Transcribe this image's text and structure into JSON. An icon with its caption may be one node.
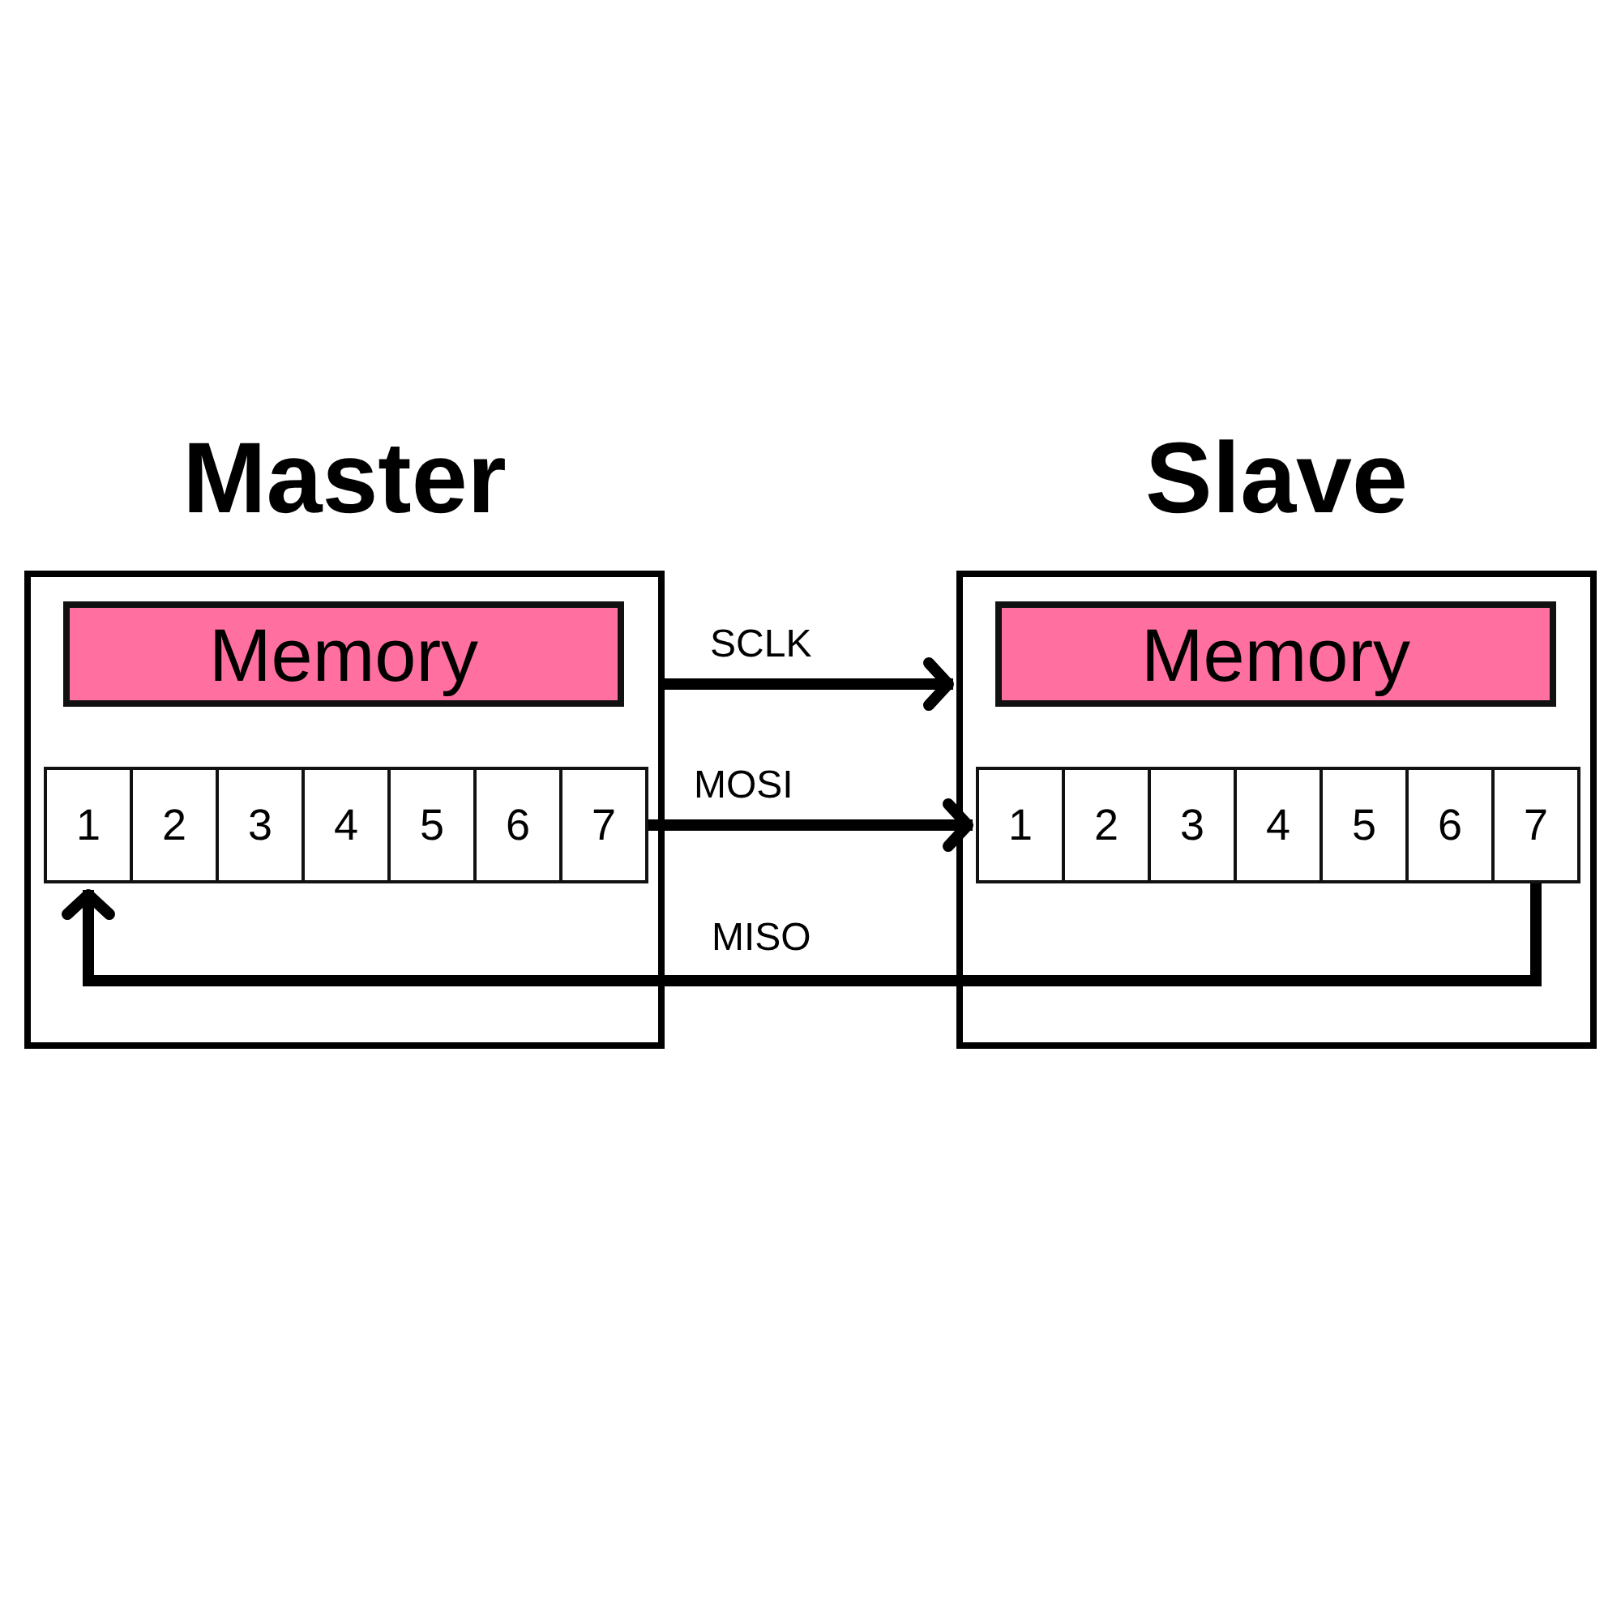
{
  "diagram": {
    "nodes": [
      {
        "text": [
          "Master"
        ]
      },
      {
        "text": [
          "Memory"
        ],
        "in": 0
      },
      {
        "text": [
          "1"
        ],
        "in": 0
      },
      {
        "text": [
          "2"
        ],
        "in": 0
      },
      {
        "text": [
          "3"
        ],
        "in": 0
      },
      {
        "text": [
          "4"
        ],
        "in": 0
      },
      {
        "text": [
          "5"
        ],
        "in": 0
      },
      {
        "text": [
          "6"
        ],
        "in": 0
      },
      {
        "text": [
          "7"
        ],
        "in": 0
      },
      {
        "text": [
          "Slave"
        ]
      },
      {
        "text": [
          "Memory"
        ],
        "in": 9
      },
      {
        "text": [
          "1"
        ],
        "in": 9
      },
      {
        "text": [
          "2"
        ],
        "in": 9
      },
      {
        "text": [
          "3"
        ],
        "in": 9
      },
      {
        "text": [
          "4"
        ],
        "in": 9
      },
      {
        "text": [
          "5"
        ],
        "in": 9
      },
      {
        "text": [
          "6"
        ],
        "in": 9
      },
      {
        "text": [
          "7"
        ],
        "in": 9
      }
    ],
    "edges": [
      {
        "from": 0,
        "to": 9,
        "arrow": "to",
        "label": "SCLK"
      },
      {
        "from": 8,
        "to": 11,
        "arrow": "to",
        "label": "MOSI"
      },
      {
        "from": 17,
        "to": 2,
        "arrow": "to",
        "label": "MISO"
      }
    ]
  }
}
